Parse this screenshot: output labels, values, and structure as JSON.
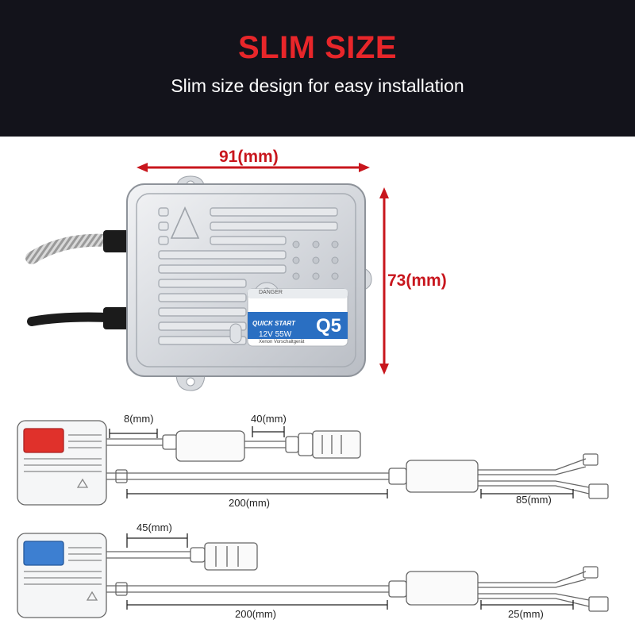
{
  "header": {
    "title": "SLIM SIZE",
    "subtitle": "Slim size design for easy installation"
  },
  "main_photo": {
    "width_label": "91(mm)",
    "height_label": "73(mm)",
    "label_brand": "QUICK START",
    "label_spec": "12V 55W",
    "label_model": "Q5",
    "label_sub": "Xenon Vorschaltgerät",
    "label_danger": "DANGER",
    "colors": {
      "accent": "#c8161d",
      "label_blue": "#2a6fc2"
    }
  },
  "diagram_top": {
    "dim_short": "8(mm)",
    "dim_connector": "40(mm)",
    "dim_cable": "200(mm)",
    "dim_tail": "85(mm)"
  },
  "diagram_bottom": {
    "dim_connector": "45(mm)",
    "dim_cable": "200(mm)",
    "dim_tail": "25(mm)"
  }
}
